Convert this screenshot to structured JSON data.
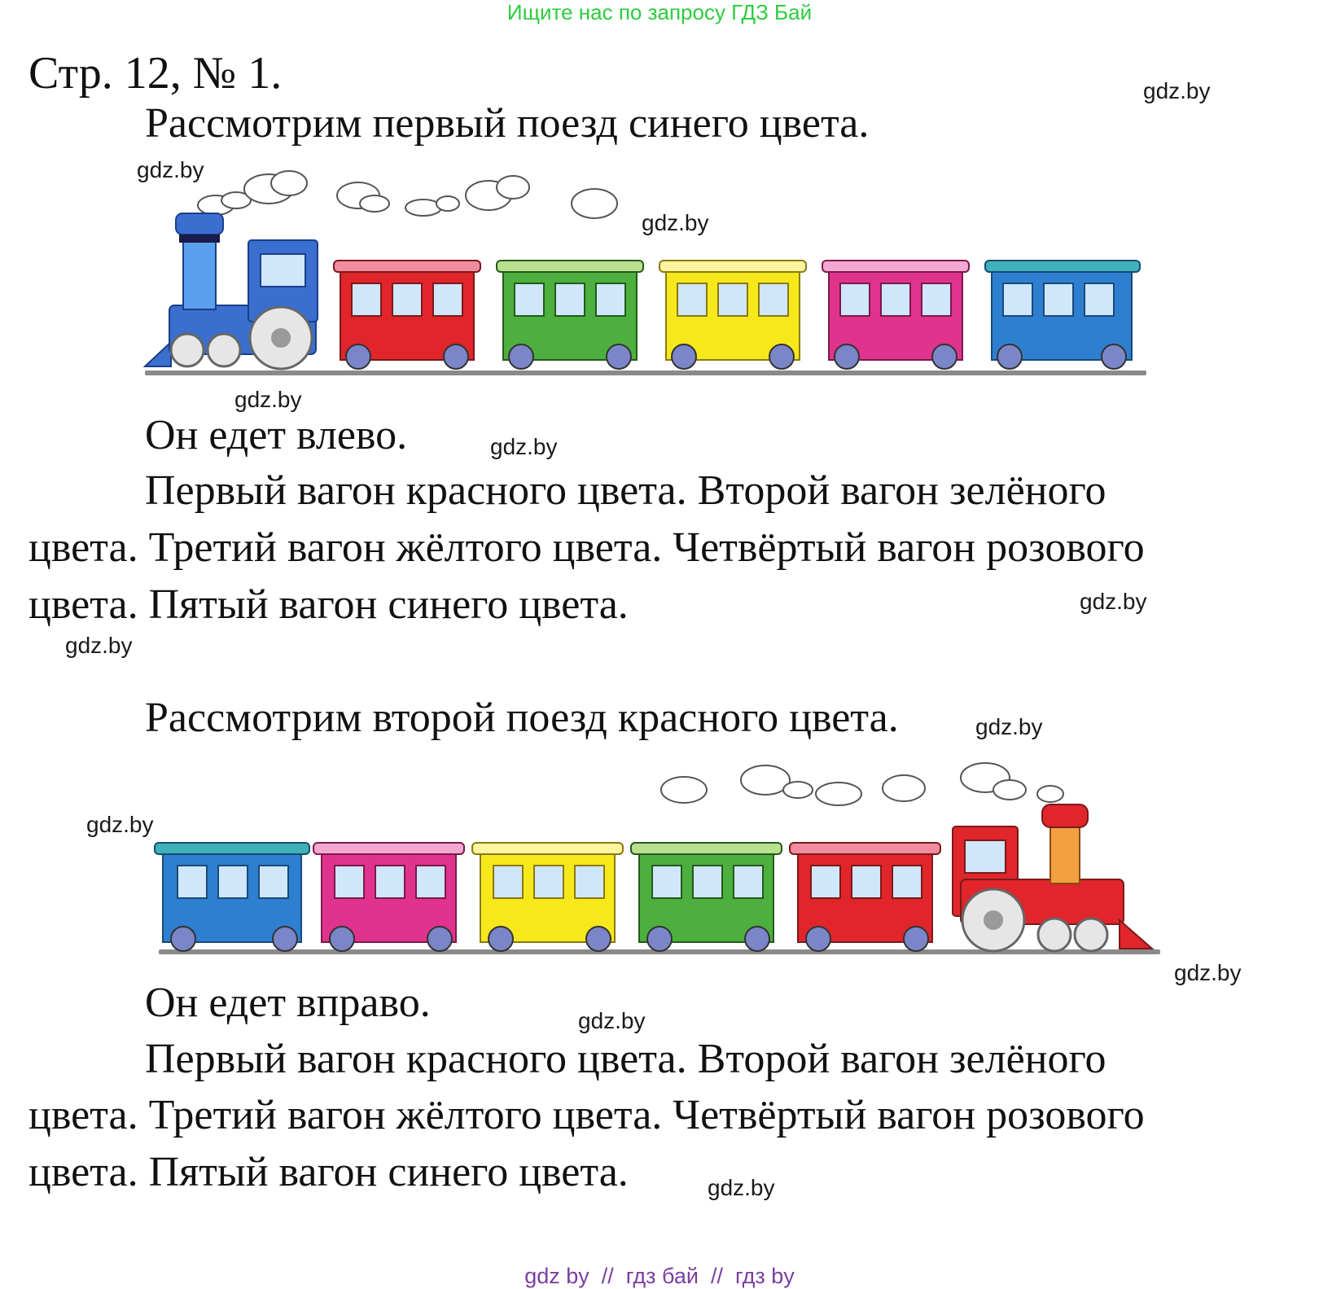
{
  "banner": "Ищите нас по запросу ГДЗ Бай",
  "heading": "Стр. 12, № 1.",
  "section1": {
    "intro": "Рассмотрим первый поезд синего цвета.",
    "direction": "Он едет влево.",
    "lines": [
      "Первый вагон красного цвета. Второй вагон зелёного",
      "цвета. Третий вагон жёлтого цвета. Четвёртый вагон розового",
      "цвета. Пятый вагон синего цвета."
    ]
  },
  "section2": {
    "intro": "Рассмотрим второй поезд красного цвета.",
    "direction": "Он едет вправо.",
    "lines": [
      "Первый вагон красного цвета. Второй вагон зелёного",
      "цвета. Третий вагон жёлтого цвета. Четвёртый вагон розового",
      "цвета. Пятый вагон синего цвета."
    ]
  },
  "watermark": "gdz.by",
  "footer": "gdz by  //  гдз бай  //  гдз by",
  "colors": {
    "banner": "#2ecc40",
    "footer": "#7b3fa0",
    "red": "#e0252b",
    "green": "#4caf3e",
    "yellow": "#f7e81c",
    "pink": "#e0338e",
    "blue": "#2f7fd0",
    "loco_blue": "#3a6fd0",
    "loco_red": "#e0252b"
  }
}
